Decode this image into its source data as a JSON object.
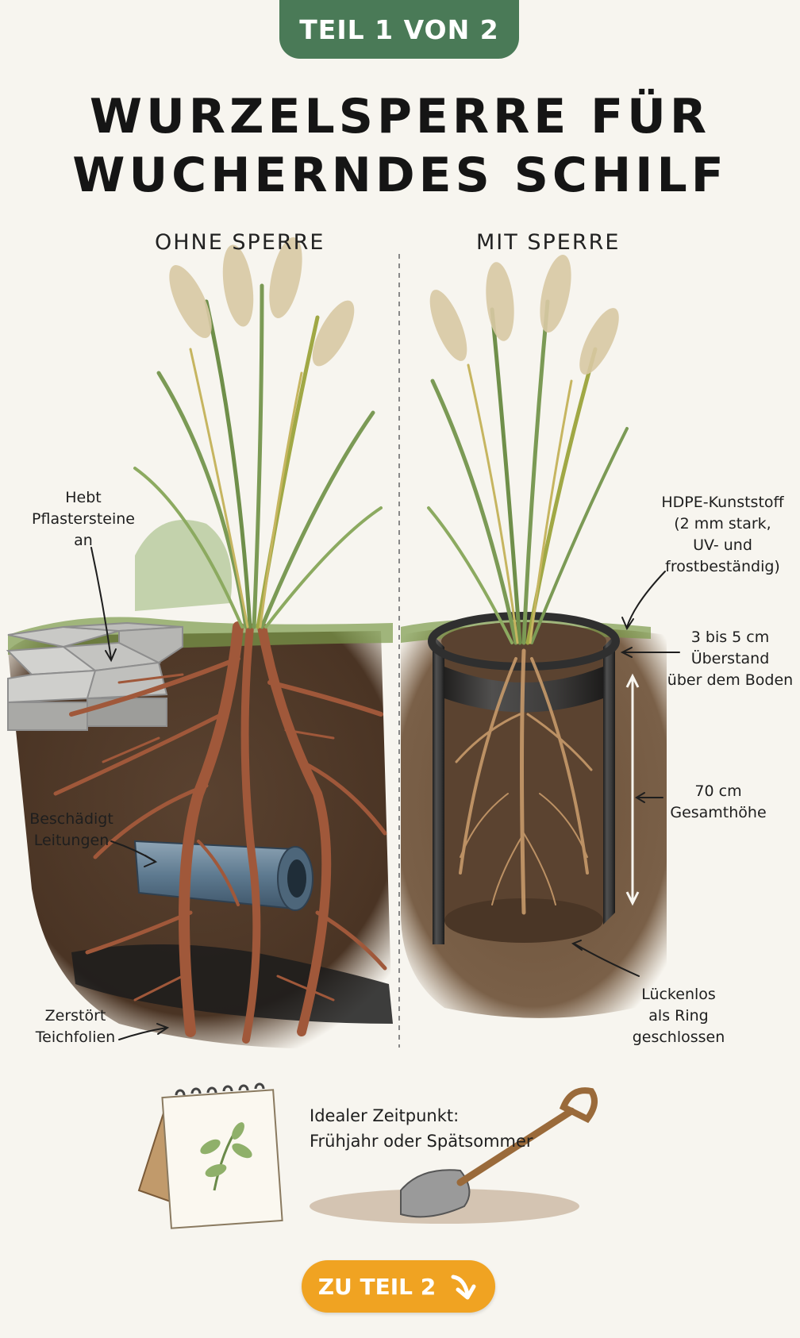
{
  "header": {
    "badge": "TEIL 1 VON 2",
    "title_line1": "WURZELSPERRE FÜR",
    "title_line2": "WUCHERNDES SCHILF"
  },
  "columns": {
    "left": "OHNE SPERRE",
    "right": "MIT SPERRE"
  },
  "left_notes": {
    "paving": [
      "Hebt",
      "Pflastersteine",
      "an"
    ],
    "pipes": [
      "Beschädigt",
      "Leitungen"
    ],
    "liner": [
      "Zerstört",
      "Teichfolien"
    ]
  },
  "right_notes": {
    "material": [
      "HDPE-Kunststoff",
      "(2 mm stark,",
      "UV- und",
      "frostbeständig)"
    ],
    "overhang": [
      "3 bis 5 cm",
      "Überstand",
      "über dem Boden"
    ],
    "height": [
      "70 cm",
      "Gesamthöhe"
    ],
    "ring": [
      "Lückenlos",
      "als Ring",
      "geschlossen"
    ]
  },
  "timing": [
    "Idealer Zeitpunkt:",
    "Frühjahr oder Spätsommer"
  ],
  "cta": {
    "label": "ZU TEIL 2",
    "icon": "arrow-down-right-icon"
  },
  "colors": {
    "badge": "#4a7a57",
    "cta": "#f0a322",
    "soil": "#4a3626",
    "root": "#a0583a",
    "barrier": "#2f2f2f",
    "reed": "#7b9a55"
  }
}
